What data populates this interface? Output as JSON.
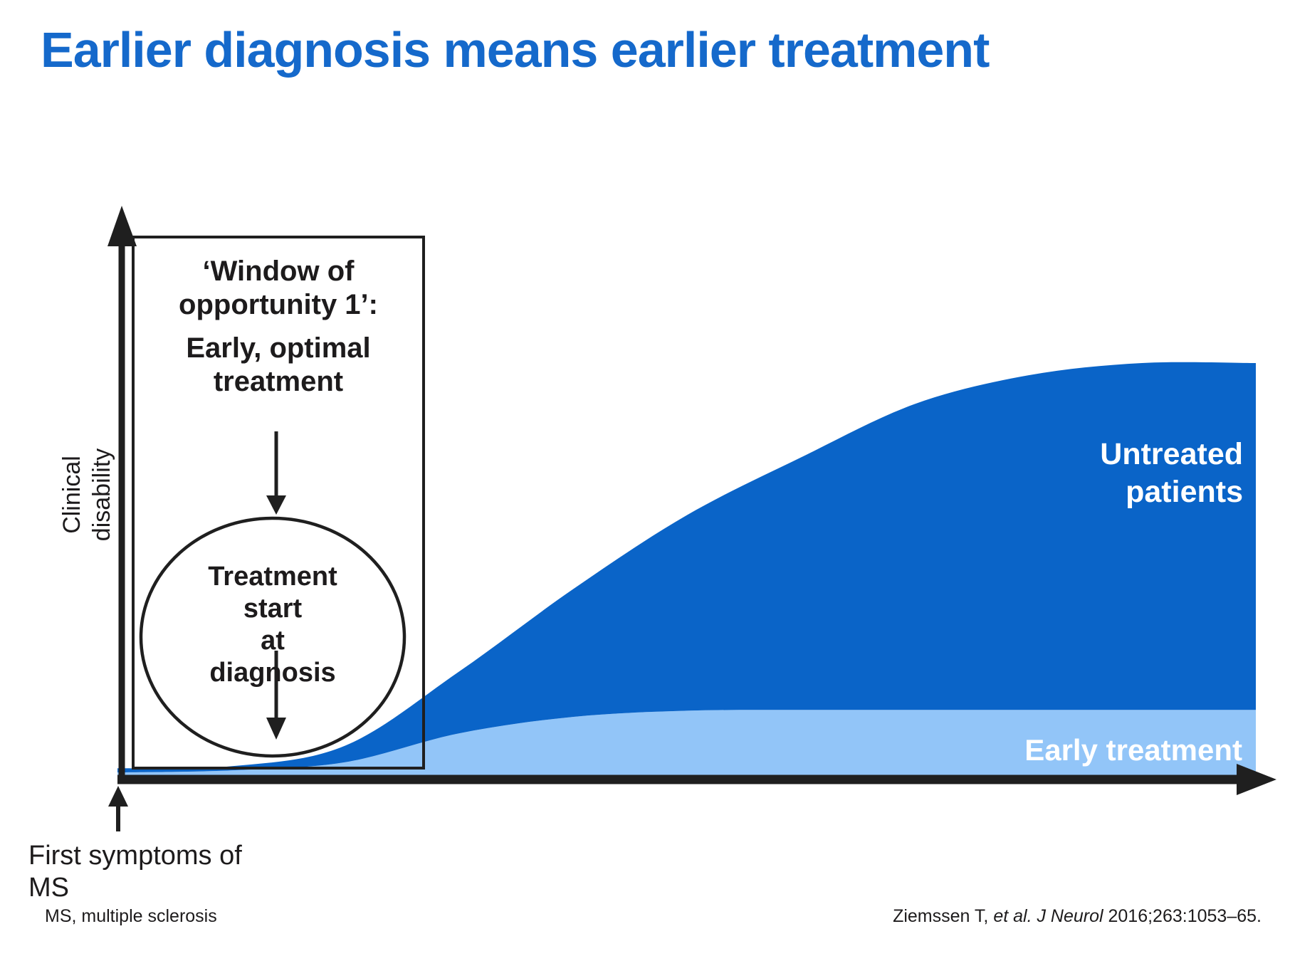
{
  "slide": {
    "title": "Earlier diagnosis means earlier treatment",
    "footnote_abbreviation": "MS, multiple sclerosis",
    "citation": {
      "prefix": "Ziemssen T, ",
      "italic": "et al. J Neurol ",
      "suffix": "2016;263:1053–65."
    }
  },
  "figure": {
    "y_axis_label": [
      "Clinical",
      "disability"
    ],
    "window_box": {
      "heading_line1": "‘Window of",
      "heading_line2": "opportunity 1’:",
      "body_line1": "Early, optimal",
      "body_line2": "treatment"
    },
    "circle_label": [
      "Treatment",
      "start",
      "at",
      "diagnosis"
    ],
    "untreated_label": [
      "Untreated",
      "patients"
    ],
    "early_label": "Early treatment",
    "x_annotation_line1": "First symptoms of",
    "x_annotation_line2": "MS"
  },
  "colors": {
    "title_blue": "#1569CB",
    "untreated_fill": "#0A64C8",
    "early_fill": "#92C5F8",
    "ink": "#1D1B1C",
    "label_white": "#FFFFFF"
  },
  "chart_data": {
    "type": "area",
    "title": "Earlier diagnosis means earlier treatment",
    "xlabel": "",
    "ylabel": "Clinical disability",
    "x": [
      0,
      1,
      2,
      3,
      4,
      5,
      6,
      7,
      8,
      9,
      10
    ],
    "x_units": "conceptual time from first symptoms (no tick labels shown)",
    "ylim": [
      0,
      1
    ],
    "grid": false,
    "axis_arrows": true,
    "legend_position": "labels inside filled areas, right side",
    "series": [
      {
        "name": "Untreated patients",
        "color": "#0A64C8",
        "values": [
          0.015,
          0.02,
          0.07,
          0.25,
          0.45,
          0.63,
          0.77,
          0.9,
          0.97,
          1.0,
          1.0
        ]
      },
      {
        "name": "Early treatment",
        "color": "#92C5F8",
        "values": [
          0.005,
          0.01,
          0.03,
          0.1,
          0.14,
          0.155,
          0.157,
          0.157,
          0.157,
          0.157,
          0.157
        ]
      }
    ],
    "annotations": [
      "‘Window of opportunity 1’: Early, optimal treatment",
      "Treatment start at diagnosis",
      "First symptoms of MS"
    ]
  }
}
